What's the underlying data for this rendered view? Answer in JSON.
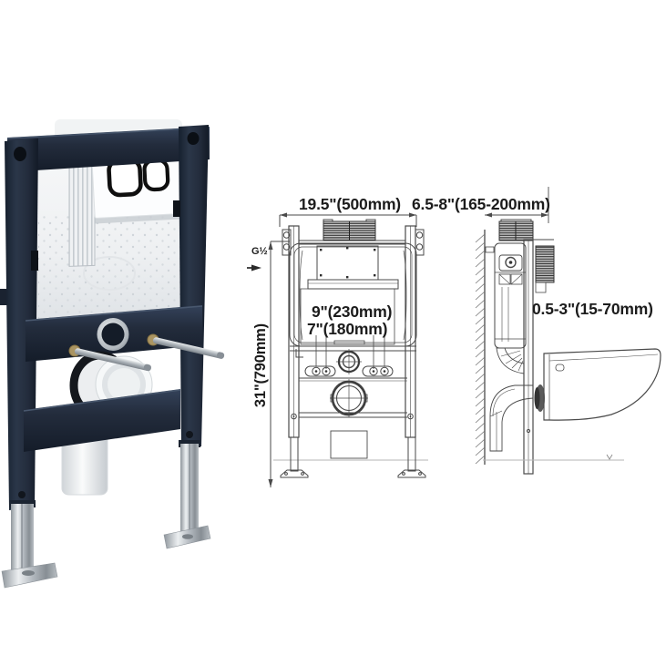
{
  "dimensions": {
    "width": "19.5\"(500mm)",
    "depth": "6.5-8\"(165-200mm)",
    "height": "31\"(790mm)",
    "fixing_spacing_outer": "9\"(230mm)",
    "fixing_spacing_inner": "7\"(180mm)",
    "wall_clearance": "0.5-3\"(15-70mm)",
    "water_inlet": "G½"
  },
  "colors": {
    "frame-navy": "#232c3c",
    "chrome": "#c3c8cd",
    "cistern-white": "#eef0f2",
    "plate-white": "#fbfcfd",
    "button-ring": "#121212",
    "line": "#4a4a4a",
    "line-light": "#b5b5b5",
    "text": "#1c1c1c",
    "background": "#ffffff"
  }
}
